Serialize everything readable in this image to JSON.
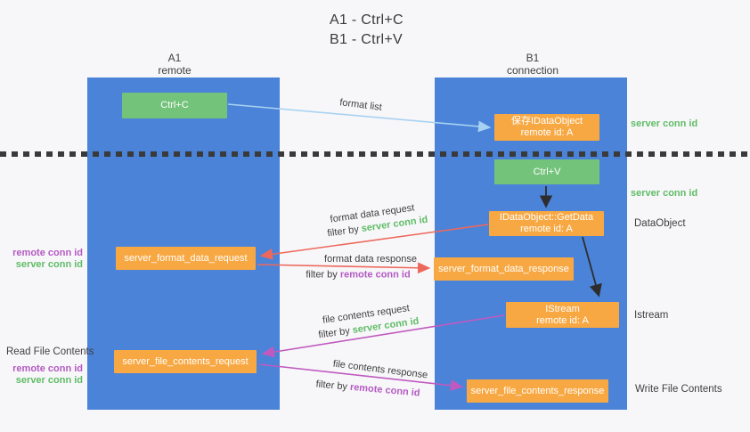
{
  "colors": {
    "column_blue": "#4b83d8",
    "node_green": "#74c37a",
    "node_orange": "#f8a843",
    "arrow_red": "#ed685c",
    "arrow_magenta": "#c05ac0",
    "arrow_light_blue": "#a8d2f2",
    "arrow_black": "#2d2d2d",
    "text_green": "#5fbc66",
    "text_purple": "#b45ac2"
  },
  "title": {
    "line1": "A1 - Ctrl+C",
    "line2": "B1 - Ctrl+V"
  },
  "columns": {
    "left": {
      "name": "A1",
      "subtitle": "remote"
    },
    "right": {
      "name": "B1",
      "subtitle": "connection"
    }
  },
  "nodes": {
    "ctrl_c": {
      "label": "Ctrl+C"
    },
    "save_dataobject": {
      "line1": "保存IDataObject",
      "line2": "remote id: A"
    },
    "ctrl_v": {
      "label": "Ctrl+V"
    },
    "getdata": {
      "line1": "IDataObject::GetData",
      "line2": "remote id: A"
    },
    "format_request": {
      "label": "server_format_data_request"
    },
    "format_response": {
      "label": "server_format_data_response"
    },
    "istream": {
      "line1": "IStream",
      "line2": "remote id: A"
    },
    "file_request": {
      "label": "server_file_contents_request"
    },
    "file_response": {
      "label": "server_file_contents_response"
    }
  },
  "flow_labels": {
    "format_list": "format list",
    "format_data_request": "format data request",
    "format_data_response": "format data response",
    "file_contents_request": "file contents request",
    "file_contents_response": "file contents response",
    "filter_by": "filter by",
    "server_conn_id": "server conn id",
    "remote_conn_id": "remote conn id"
  },
  "annotations": {
    "left": {
      "format_remote_conn": "remote conn id",
      "format_server_conn": "server conn id",
      "read_file_contents": "Read File Contents",
      "file_remote_conn": "remote conn id",
      "file_server_conn": "server conn id"
    },
    "right": {
      "server_conn_top": "server conn id",
      "server_conn_mid": "server conn id",
      "dataobject": "DataObject",
      "istream": "Istream",
      "write_file_contents": "Write File Contents"
    }
  }
}
